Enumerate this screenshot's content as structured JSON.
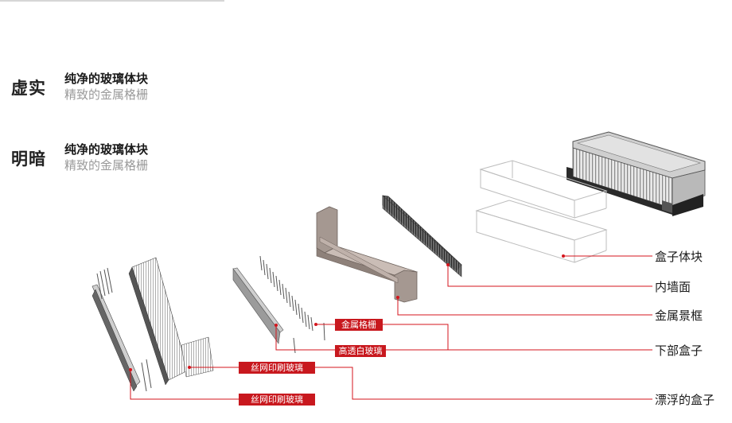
{
  "concepts": [
    {
      "heading": "虚实",
      "line1": "纯净的玻璃体块",
      "line2": "精致的金属格栅"
    },
    {
      "heading": "明暗",
      "line1": "纯净的玻璃体块",
      "line2": "精致的金属格栅"
    }
  ],
  "legend": [
    "盒子体块",
    "内墙面",
    "金属景框",
    "下部盒子",
    "漂浮的盒子"
  ],
  "tags": [
    "金属格栅",
    "高透白玻璃",
    "丝网印刷玻璃",
    "丝网印刷玻璃"
  ],
  "colors": {
    "accent": "#c8181e",
    "line": "#d4141c",
    "text": "#1a1a1a",
    "muted": "#9a9a9a"
  }
}
